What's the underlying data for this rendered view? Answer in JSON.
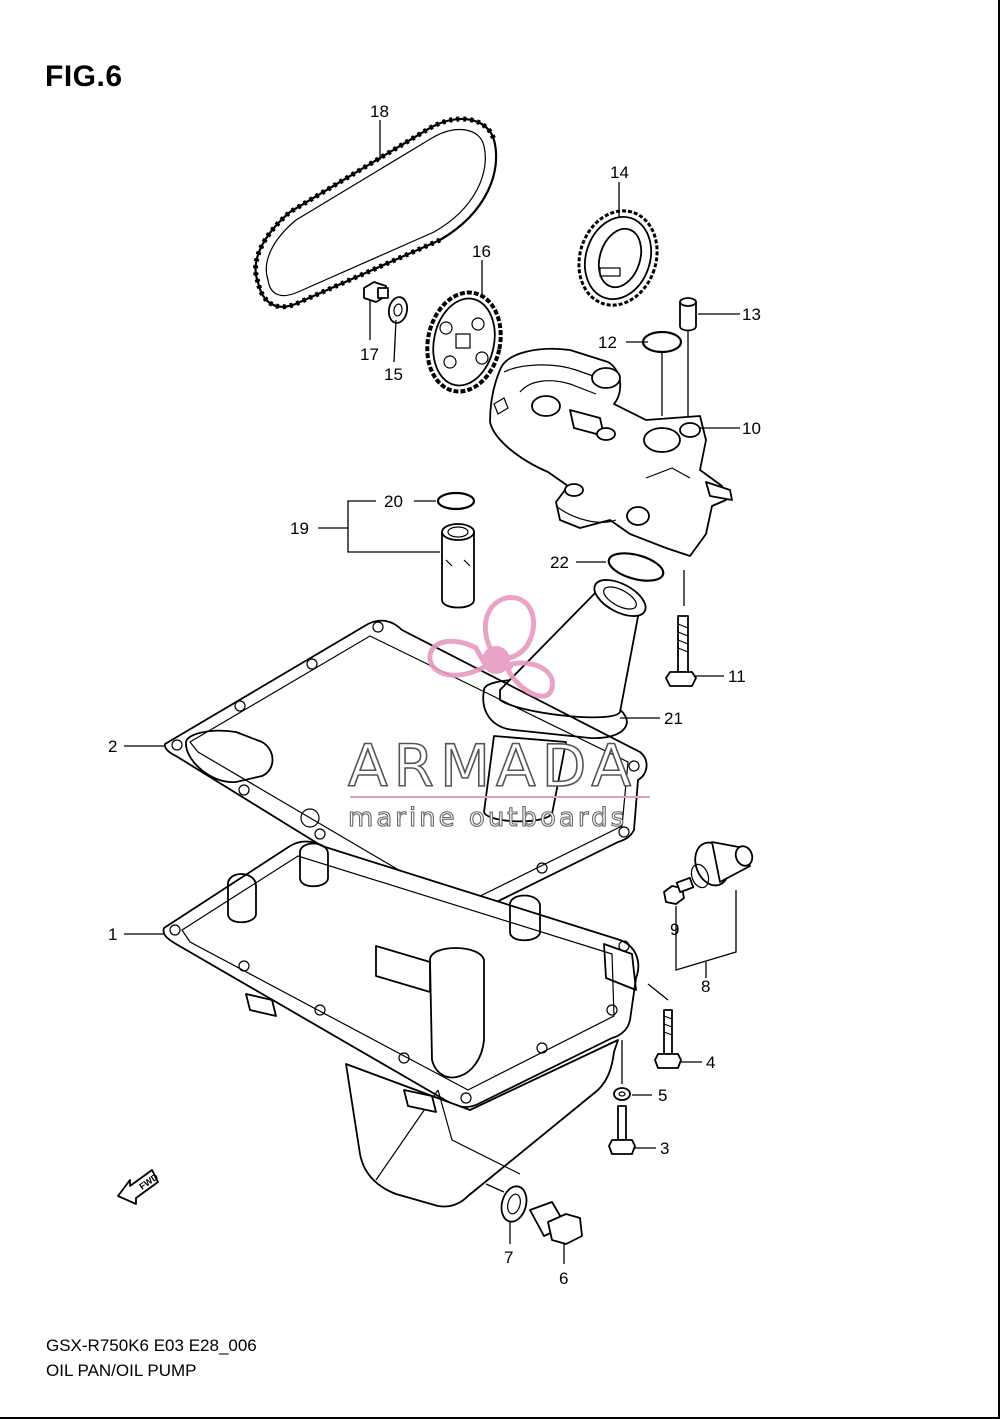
{
  "figure": {
    "title": "FIG.6",
    "model_code": "GSX-R750K6 E03 E28_006",
    "section_name": "OIL PAN/OIL PUMP"
  },
  "watermark": {
    "brand": "ARMADA",
    "tagline": "marine outboards",
    "logo_color": "#e79ac2",
    "text_outline_color": "#555555"
  },
  "direction_marker": {
    "text": "FWD",
    "icon": "arrow-left-icon"
  },
  "callouts": [
    "1",
    "2",
    "3",
    "4",
    "5",
    "6",
    "7",
    "8",
    "9",
    "10",
    "11",
    "12",
    "13",
    "14",
    "15",
    "16",
    "17",
    "18",
    "19",
    "20",
    "21",
    "22"
  ]
}
